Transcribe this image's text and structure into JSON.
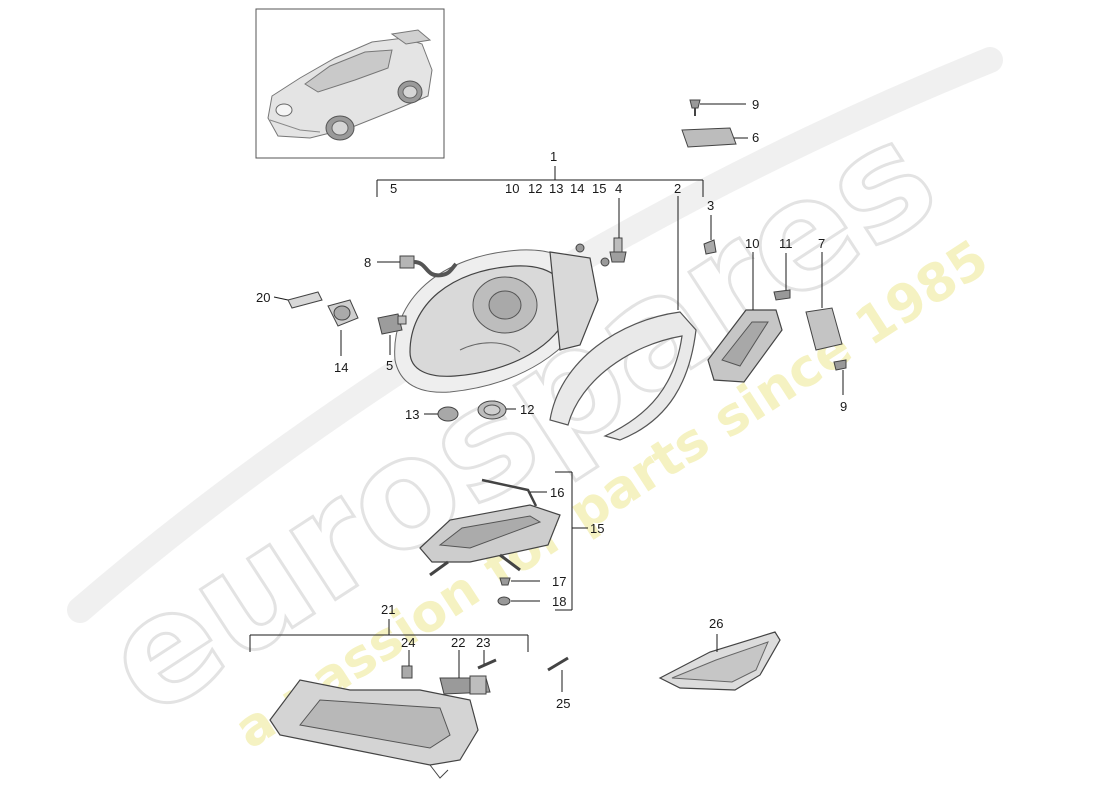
{
  "watermark": {
    "brand": "eurospares",
    "tagline": "a passion for parts since 1985"
  },
  "callouts": [
    {
      "id": "c1",
      "text": "1"
    },
    {
      "id": "c5top",
      "text": "5"
    },
    {
      "id": "c10top",
      "text": "10"
    },
    {
      "id": "c12top",
      "text": "12"
    },
    {
      "id": "c13top",
      "text": "13"
    },
    {
      "id": "c14top",
      "text": "14"
    },
    {
      "id": "c15top",
      "text": "15"
    },
    {
      "id": "c4",
      "text": "4"
    },
    {
      "id": "c2",
      "text": "2"
    },
    {
      "id": "c3",
      "text": "3"
    },
    {
      "id": "c9a",
      "text": "9"
    },
    {
      "id": "c6",
      "text": "6"
    },
    {
      "id": "c8",
      "text": "8"
    },
    {
      "id": "c20",
      "text": "20"
    },
    {
      "id": "c14",
      "text": "14"
    },
    {
      "id": "c5",
      "text": "5"
    },
    {
      "id": "c10",
      "text": "10"
    },
    {
      "id": "c11",
      "text": "11"
    },
    {
      "id": "c7",
      "text": "7"
    },
    {
      "id": "c9b",
      "text": "9"
    },
    {
      "id": "c13",
      "text": "13"
    },
    {
      "id": "c12",
      "text": "12"
    },
    {
      "id": "c16",
      "text": "16"
    },
    {
      "id": "c15",
      "text": "15"
    },
    {
      "id": "c17",
      "text": "17"
    },
    {
      "id": "c18",
      "text": "18"
    },
    {
      "id": "c21",
      "text": "21"
    },
    {
      "id": "c24",
      "text": "24"
    },
    {
      "id": "c22",
      "text": "22"
    },
    {
      "id": "c23",
      "text": "23"
    },
    {
      "id": "c25",
      "text": "25"
    },
    {
      "id": "c26",
      "text": "26"
    }
  ],
  "colors": {
    "watermark_gray": "#e6e6e6",
    "watermark_yellow": "#f2efb0",
    "ink": "#1a1a1a"
  }
}
